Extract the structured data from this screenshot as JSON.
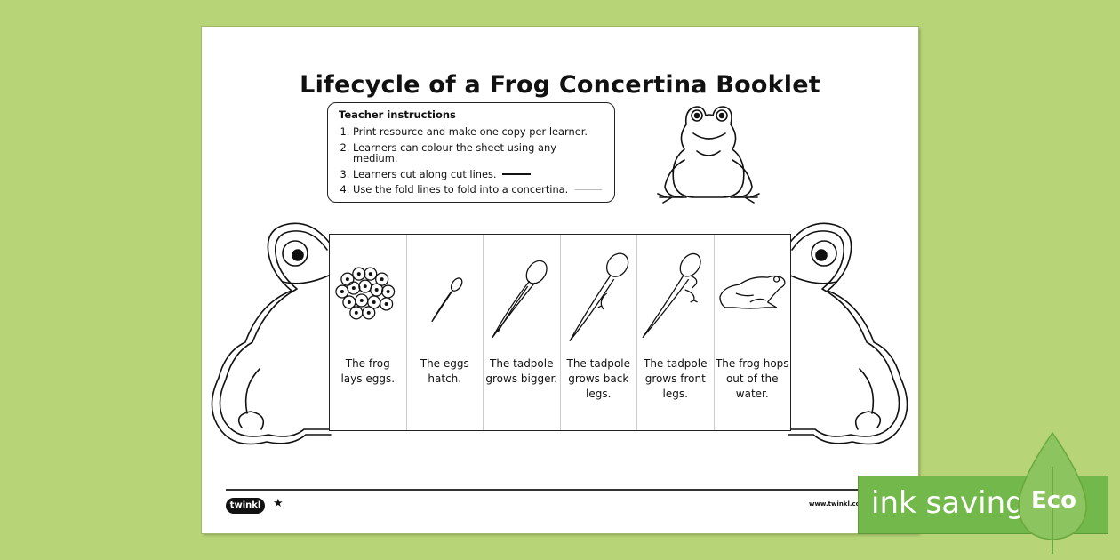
{
  "title": "Lifecycle of a Frog Concertina Booklet",
  "instructions": {
    "heading": "Teacher instructions",
    "items": [
      "Print resource and make one copy per learner.",
      "Learners can colour the sheet using any medium.",
      "Learners cut along cut lines.",
      "Use the fold lines to fold into a concertina."
    ]
  },
  "panels": [
    {
      "caption": "The frog\nlays eggs.",
      "icon": "frogspawn-icon"
    },
    {
      "caption": "The eggs\nhatch.",
      "icon": "small-tadpole-icon"
    },
    {
      "caption": "The tadpole\ngrows bigger.",
      "icon": "tadpole-icon"
    },
    {
      "caption": "The tadpole\ngrows back\nlegs.",
      "icon": "tadpole-back-legs-icon"
    },
    {
      "caption": "The tadpole\ngrows front\nlegs.",
      "icon": "tadpole-front-legs-icon"
    },
    {
      "caption": "The frog hops\nout of the\nwater.",
      "icon": "frog-icon"
    }
  ],
  "footer": {
    "logo": "twinkl",
    "url": "www.twinkl.co.z"
  },
  "badge": {
    "text": "ink saving",
    "label": "Eco",
    "color": "#73b84a"
  }
}
